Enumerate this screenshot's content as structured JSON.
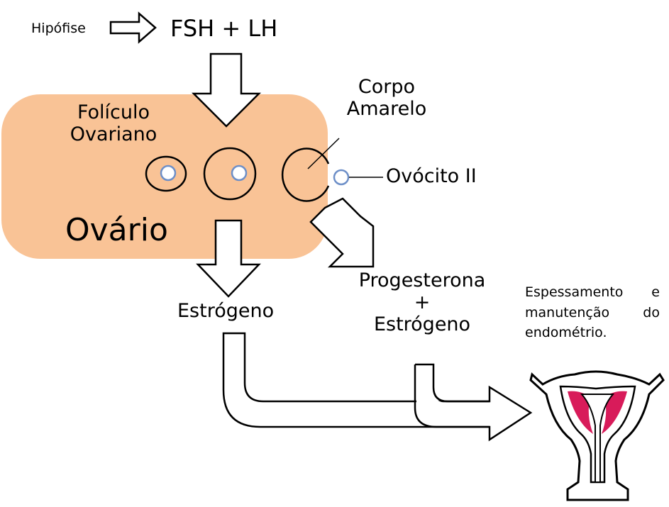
{
  "labels": {
    "hipofise": "Hipófise",
    "fsh_lh": "FSH + LH",
    "foliculo_line1": "Folículo",
    "foliculo_line2": "Ovariano",
    "corpo_line1": "Corpo",
    "corpo_line2": "Amarelo",
    "ovocito": "Ovócito II",
    "ovario": "Ovário",
    "estrogeno": "Estrógeno",
    "progesterona": "Progesterona",
    "plus": "+",
    "estrogeno2": "Estrógeno",
    "espessamento": "Espessamento e manutenção do endométrio."
  },
  "colors": {
    "ovary_fill": "#f9c396",
    "follicle_ring": "#6d8fc8",
    "endometrium": "#d81b5a"
  }
}
